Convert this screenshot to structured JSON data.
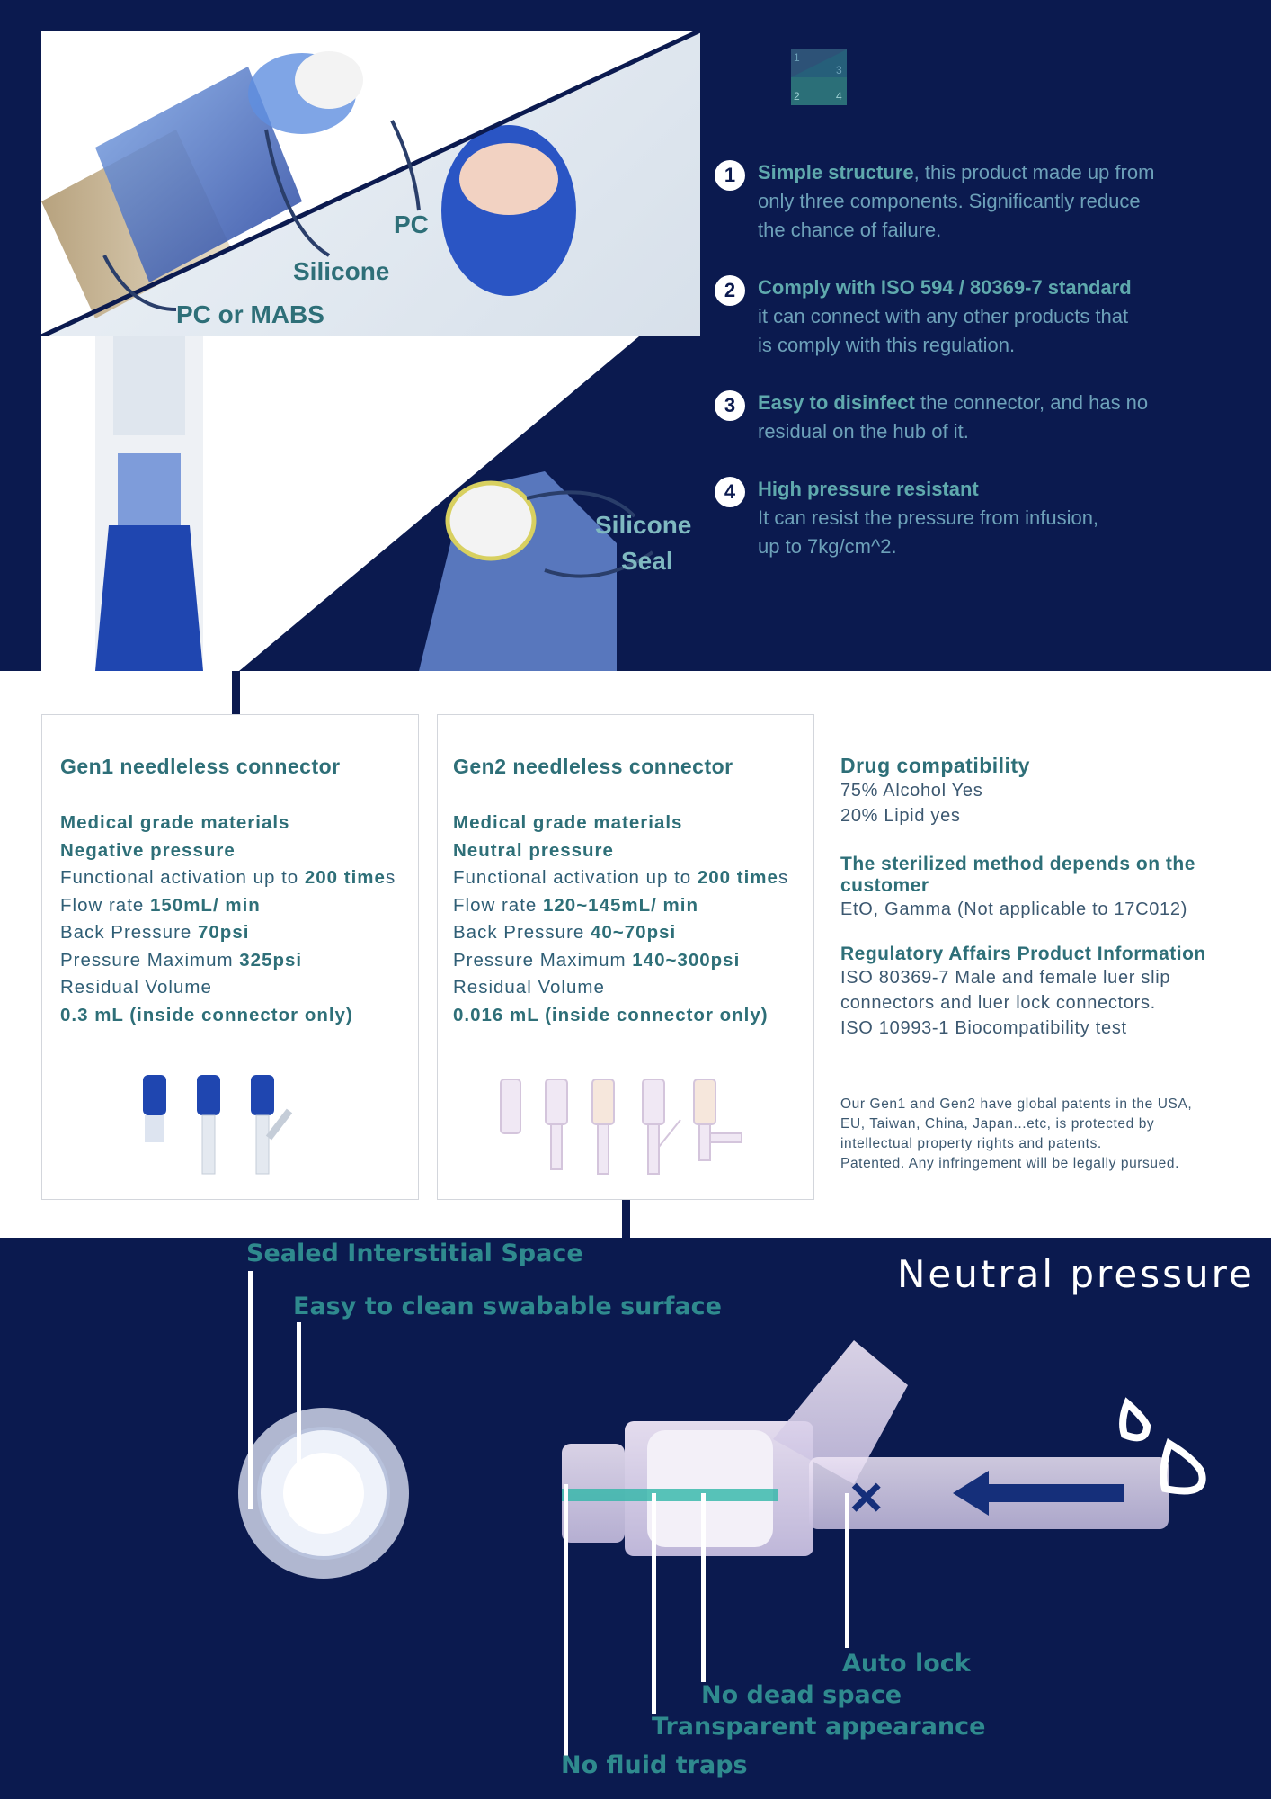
{
  "top_labels": {
    "pc": "PC",
    "silicone": "Silicone",
    "pc_or_mabs": "PC or MABS",
    "silicone_seal_1": "Silicone",
    "silicone_seal_2": "Seal"
  },
  "layout_key": {
    "n1": "1",
    "n2": "2",
    "n3": "3",
    "n4": "4"
  },
  "features": [
    {
      "num": "1",
      "title": "Simple structure",
      "line1_rest": ", this product made up from",
      "line2": "only three components. Significantly reduce",
      "line3": "the chance of failure."
    },
    {
      "num": "2",
      "title": "Comply with ISO 594 / 80369-7 standard",
      "line2": "it can connect with any other products that",
      "line3": "is comply with this regulation."
    },
    {
      "num": "3",
      "title": "Easy to disinfect",
      "line1_rest": " the connector, and has no",
      "line2": "residual on the hub of it."
    },
    {
      "num": "4",
      "title": "High pressure resistant",
      "line2": "It can resist the pressure from infusion,",
      "line3": "up to 7kg/cm^2."
    }
  ],
  "gen1": {
    "title": "Gen1 needleless connector",
    "materials": "Medical grade materials",
    "pressure": "Negative pressure",
    "activation_label": "Functional activation up to ",
    "activation_value": "200 time",
    "activation_suffix": "s",
    "flow_label": "Flow rate ",
    "flow_value": "150mL/ min",
    "back_label": "Back Pressure ",
    "back_value": "70psi",
    "max_label": "Pressure Maximum ",
    "max_value": "325psi",
    "residual_label": "Residual Volume",
    "residual_value": "0.3 mL (inside connector only)"
  },
  "gen2": {
    "title": "Gen2 needleless connector",
    "materials": "Medical grade materials",
    "pressure": "Neutral pressure",
    "activation_label": "Functional activation up to ",
    "activation_value": "200 time",
    "activation_suffix": "s",
    "flow_label": "Flow rate ",
    "flow_value": "120~145mL/ min",
    "back_label": "Back Pressure ",
    "back_value": "40~70psi",
    "max_label": "Pressure Maximum ",
    "max_value": "140~300psi",
    "residual_label": "Residual Volume",
    "residual_value": "0.016 mL (inside connector only)"
  },
  "info": {
    "drug_title": "Drug compatibility",
    "drug_1": "75% Alcohol Yes",
    "drug_2": "20% Lipid yes",
    "steril_title_1": "The sterilized method depends on the",
    "steril_title_2": "customer",
    "steril_text": "EtO, Gamma (Not applicable to 17C012)",
    "reg_title": "Regulatory Affairs Product Information",
    "reg_1": "ISO 80369-7 Male and female luer slip",
    "reg_2": "connectors and luer lock connectors.",
    "reg_3": "ISO 10993-1 Biocompatibility test",
    "patent_1": "Our Gen1 and Gen2 have global patents in the USA,",
    "patent_2": "EU, Taiwan, China, Japan...etc, is protected by",
    "patent_3": "intellectual property rights and patents.",
    "patent_4": "Patented. Any infringement will be legally pursued."
  },
  "bottom": {
    "heading": "Neutral pressure",
    "sealed": "Sealed Interstitial Space",
    "swab": "Easy to clean swabable surface",
    "auto_lock": "Auto lock",
    "no_dead": "No dead space",
    "transparent": "Transparent appearance",
    "no_traps": "No fluid traps"
  },
  "colors": {
    "navy": "#0b1a4f",
    "teal": "#2e8a93",
    "connector_blue": "#1f3d9a"
  }
}
